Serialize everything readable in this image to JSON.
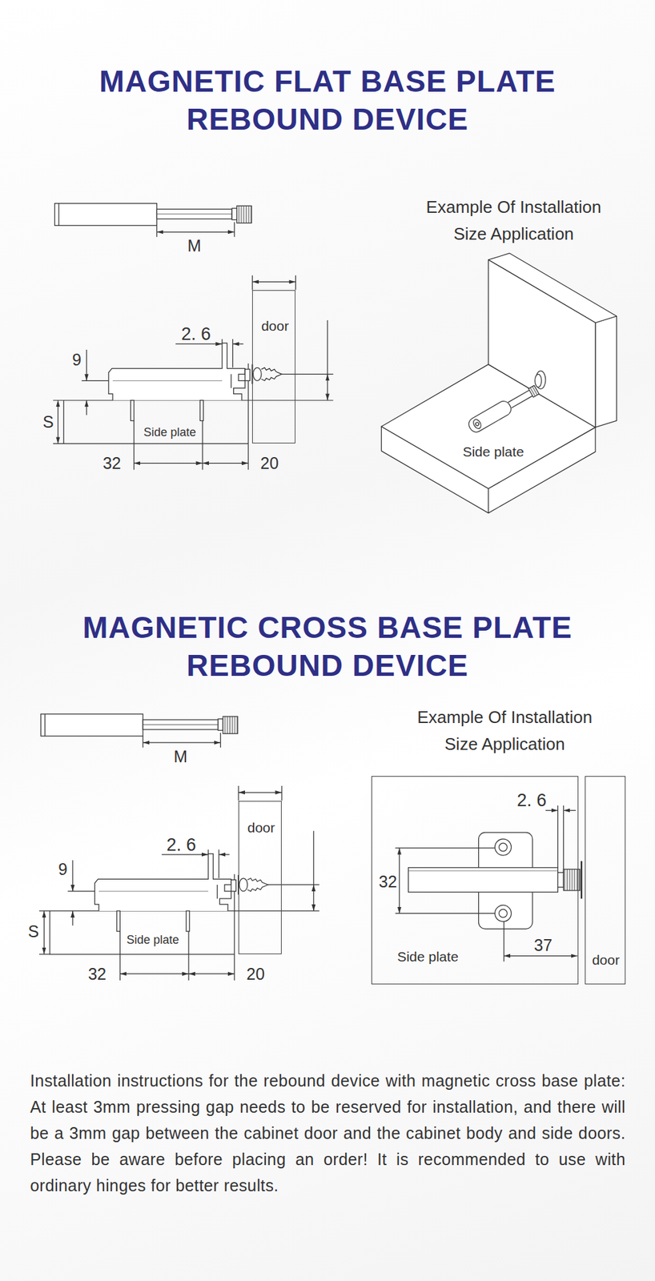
{
  "diagram": {
    "title": "MAGNETIC FLAT BASE PLATE REBOUND DEVICE",
    "nodes": [
      {
        "text": [
          "door"
        ]
      },
      {
        "text": [
          "door"
        ]
      },
      {
        "text": [
          "Side plate"
        ]
      },
      {
        "text": [
          "door"
        ]
      }
    ],
    "labels": [
      "M",
      "Example Of Installation Size Application",
      "2. 6",
      "9",
      "S",
      "Side plate",
      "32",
      "20",
      "Side plate",
      "MAGNETIC CROSS BASE PLATE REBOUND DEVICE",
      "M",
      "Example Of Installation Size Application",
      "2. 6",
      "9",
      "S",
      "Side plate",
      "32",
      "20",
      "2. 6",
      "32",
      "37",
      "Installation instructions for the rebound device with magnetic cross base plate: At least 3mm pressing gap needs to be reserved for installation, and there will be a 3mm gap between the cabinet door and the cabinet body and side doors. Please be aware before placing an order! It is recommended to use with ordinary hinges for better results."
    ]
  }
}
